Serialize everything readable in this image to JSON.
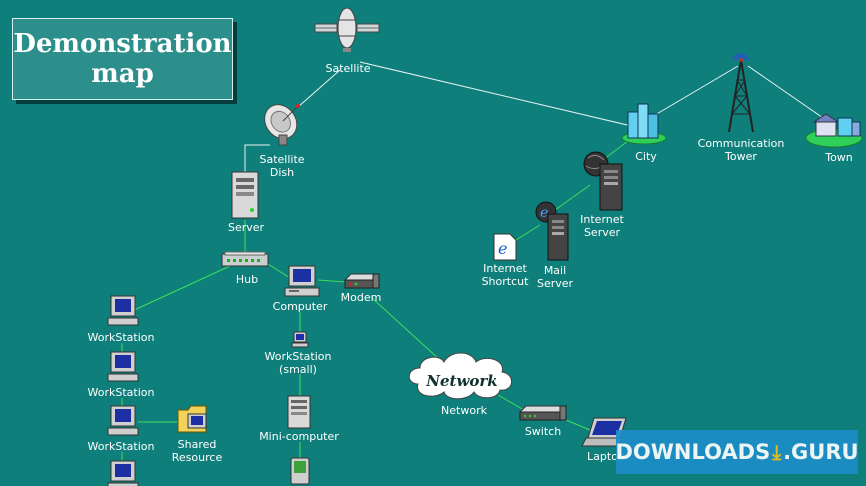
{
  "title": {
    "line1": "Demonstration",
    "line2": "map"
  },
  "nodes": {
    "satellite": "Satellite",
    "satellite_dish": "Satellite\nDish",
    "server": "Server",
    "hub": "Hub",
    "computer": "Computer",
    "modem": "Modem",
    "workstation_1": "WorkStation",
    "workstation_2": "WorkStation",
    "workstation_3": "WorkStation",
    "shared_resource": "Shared\nResource",
    "workstation_small": "WorkStation\n(small)",
    "mini_computer": "Mini-computer",
    "network_cloud_text": "Network",
    "network": "Network",
    "switch": "Switch",
    "laptop": "Laptop",
    "city": "City",
    "communication_tower": "Communication\nTower",
    "town": "Town",
    "internet_server": "Internet\nServer",
    "mail_server": "Mail\nServer",
    "internet_shortcut": "Internet\nShortcut"
  },
  "watermark": {
    "left": "DOWNLOADS",
    "right": ".GURU"
  },
  "colors": {
    "background": "#0f7f7b",
    "link_green": "#3ce05a",
    "link_white": "#e8f4f4"
  }
}
